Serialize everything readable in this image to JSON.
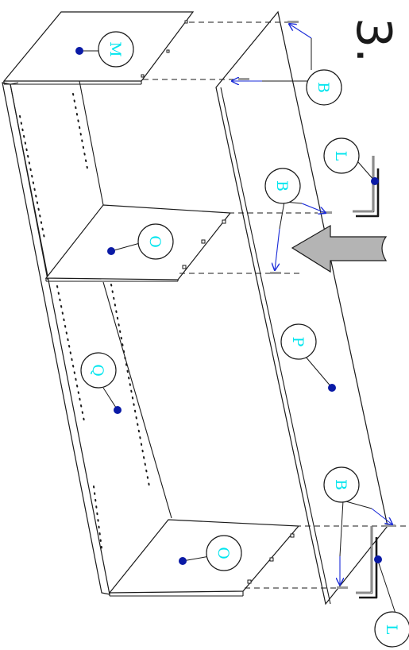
{
  "step": {
    "number": "3."
  },
  "colors": {
    "label_text": "#00e5ee",
    "marker_dot": "#0a1aa6",
    "bolt_arrow": "#1a2bd8",
    "assembly_arrow_fill": "#b4b4b4",
    "line": "#1a1a1a"
  },
  "callouts": {
    "m_top": "M",
    "o_middle": "O",
    "o_bottom": "O",
    "q_side": "Q",
    "p_panel": "P",
    "b_top": "B",
    "b_middle": "B",
    "b_bottom": "B",
    "l_top": "L",
    "l_bottom": "L"
  },
  "icons": {
    "assembly_direction": "left-arrow-icon",
    "hex_key": "allen-key-icon",
    "bolt": "cam-bolt-icon"
  }
}
